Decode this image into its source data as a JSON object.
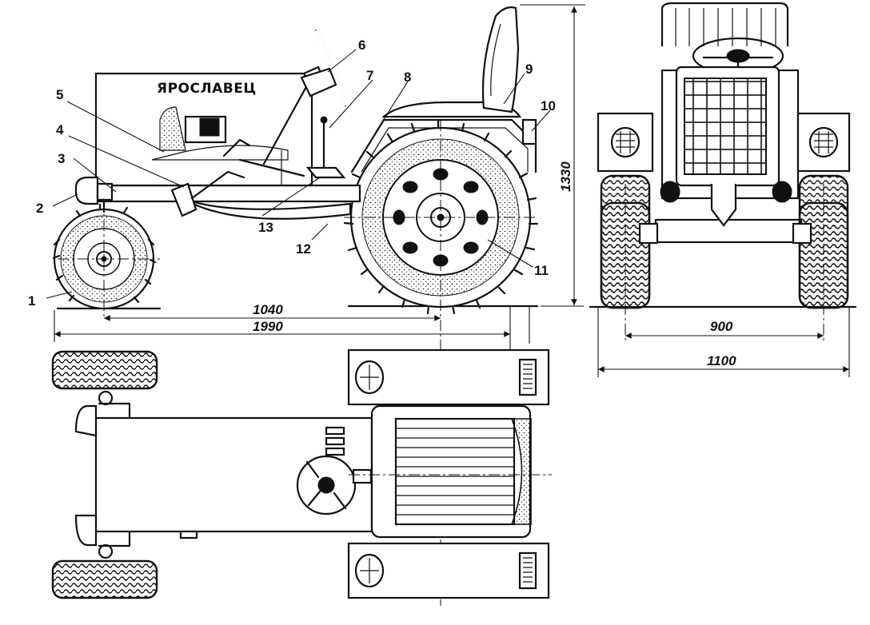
{
  "diagram": {
    "brand_label": "ЯРОСЛАВЕЦ",
    "callouts": {
      "c1": "1",
      "c2": "2",
      "c3": "3",
      "c4": "4",
      "c5": "5",
      "c6": "6",
      "c7": "7",
      "c8": "8",
      "c9": "9",
      "c10": "10",
      "c11": "11",
      "c12": "12",
      "c13": "13"
    },
    "dimensions": {
      "wheelbase": "1040",
      "overall_length": "1990",
      "height": "1330",
      "track_width": "900",
      "overall_width": "1100"
    }
  }
}
